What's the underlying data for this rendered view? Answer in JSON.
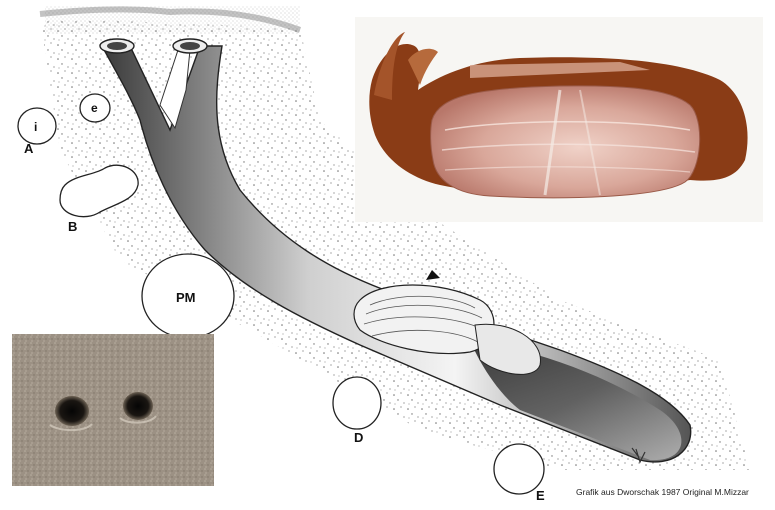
{
  "labels": {
    "A": "A",
    "B": "B",
    "D": "D",
    "E": "E",
    "inhalant": "i",
    "exhalant": "e",
    "pm": "PM"
  },
  "caption": "Grafik aus Dworschak 1987 Original  M.Mizzar",
  "colors": {
    "sediment": "#6b6b6b",
    "shell_pink": "#e2b6a8",
    "body_brown": "#8a3c16",
    "photo_sand": "#9a8e7c"
  }
}
